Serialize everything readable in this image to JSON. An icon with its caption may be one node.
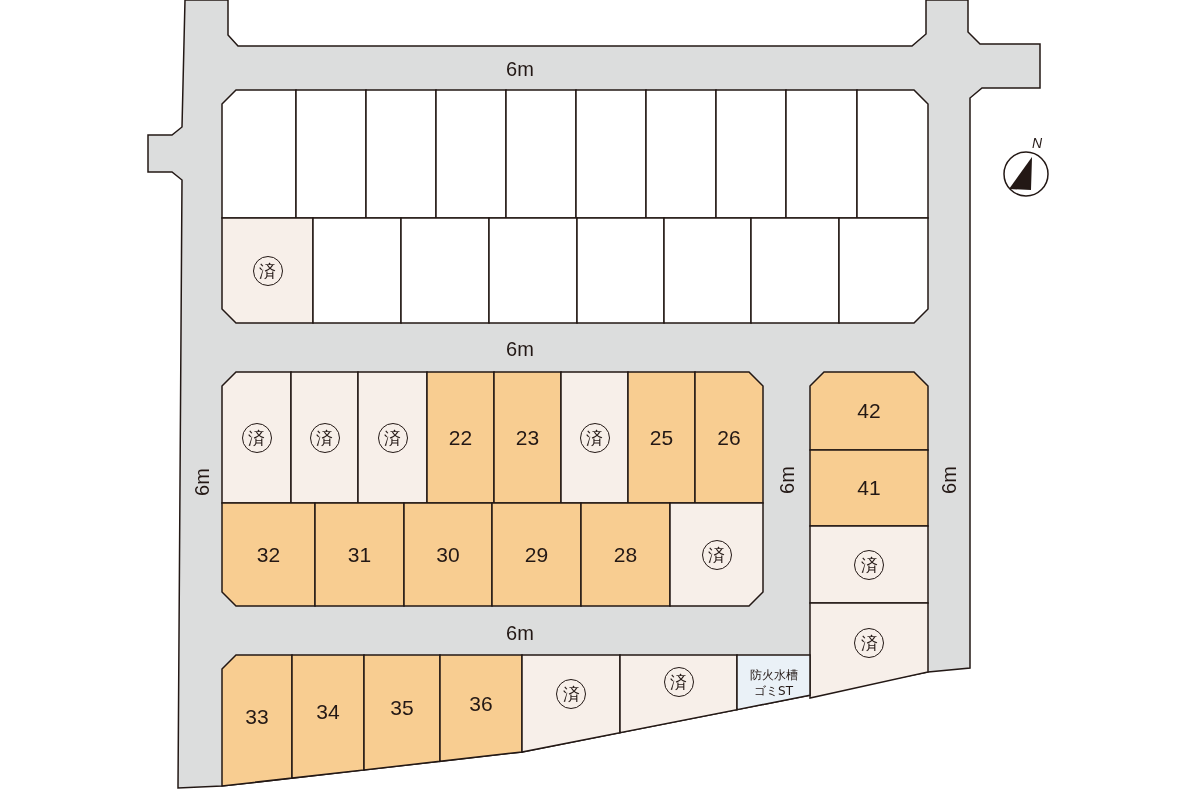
{
  "diagram": {
    "nodes": [
      {
        "text": [],
        "shape": "box"
      },
      {
        "text": [],
        "shape": "box"
      },
      {
        "text": [],
        "shape": "box"
      },
      {
        "text": [],
        "shape": "box"
      },
      {
        "text": [],
        "shape": "box"
      },
      {
        "text": [],
        "shape": "box"
      },
      {
        "text": [],
        "shape": "box"
      },
      {
        "text": [],
        "shape": "box"
      },
      {
        "text": [],
        "shape": "box"
      },
      {
        "text": [],
        "shape": "box"
      },
      {
        "text": [
          "済"
        ]
      },
      {
        "text": [],
        "shape": "box"
      },
      {
        "text": [],
        "shape": "box"
      },
      {
        "text": [],
        "shape": "box"
      },
      {
        "text": [],
        "shape": "box"
      },
      {
        "text": [],
        "shape": "box"
      },
      {
        "text": [],
        "shape": "box"
      },
      {
        "text": [],
        "shape": "box"
      },
      {
        "text": [
          "済"
        ]
      },
      {
        "text": [
          "済"
        ]
      },
      {
        "text": [
          "済"
        ]
      },
      {
        "text": [
          "22"
        ]
      },
      {
        "text": [
          "23"
        ]
      },
      {
        "text": [
          "済"
        ]
      },
      {
        "text": [
          "25"
        ]
      },
      {
        "text": [
          "26"
        ]
      },
      {
        "text": [
          "42"
        ]
      },
      {
        "text": [
          "41"
        ]
      },
      {
        "text": [
          "32"
        ]
      },
      {
        "text": [
          "31"
        ]
      },
      {
        "text": [
          "30"
        ]
      },
      {
        "text": [
          "29"
        ]
      },
      {
        "text": [
          "28"
        ]
      },
      {
        "text": [
          "済"
        ]
      },
      {
        "text": [
          "済"
        ]
      },
      {
        "text": [
          "済"
        ]
      },
      {
        "text": [
          "33"
        ]
      },
      {
        "text": [
          "34"
        ]
      },
      {
        "text": [
          "35"
        ]
      },
      {
        "text": [
          "36"
        ]
      },
      {
        "text": [
          "済"
        ]
      },
      {
        "text": [
          "済"
        ]
      },
      {
        "text": [
          "防火水槽ゴミST"
        ]
      }
    ],
    "labels": [
      "6m",
      "N",
      "6m",
      "6m",
      "6m",
      "6m",
      "6m"
    ]
  }
}
